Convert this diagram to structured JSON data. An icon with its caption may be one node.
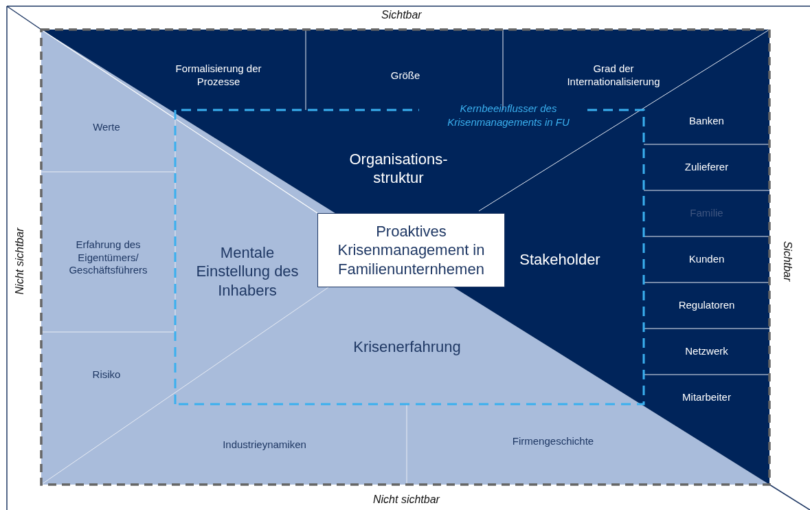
{
  "diagram": {
    "nodes": [
      {
        "text": [
          "Formalisierung der Prozesse"
        ]
      },
      {
        "text": [
          "Größe"
        ]
      },
      {
        "text": [
          "Grad der Internationalisierung"
        ]
      },
      {
        "text": [
          "Kernbeeinflusser des Krisenmanagements in FU"
        ]
      },
      {
        "text": [
          "Werte"
        ]
      },
      {
        "text": [
          "Organisations- struktur"
        ],
        "in": 3
      },
      {
        "text": [
          "Banken"
        ]
      },
      {
        "text": [
          "Zulieferer"
        ]
      },
      {
        "text": [
          "Erfahrung des Eigentümers/ Geschäftsführers"
        ]
      },
      {
        "text": [
          "Mentale Einstellung des Inhabers"
        ],
        "in": 3
      },
      {
        "text": [
          "Proaktives Krisenmanagement in Familienunternhemen"
        ],
        "in": 3
      },
      {
        "text": [
          "Stakeholder"
        ],
        "in": 3
      },
      {
        "text": [
          "Familie"
        ]
      },
      {
        "text": [
          "Kunden"
        ]
      },
      {
        "text": [
          "Regulatoren"
        ]
      },
      {
        "text": [
          "Netzwerk"
        ]
      },
      {
        "text": [
          "Risiko"
        ]
      },
      {
        "text": [
          "Krisenerfahrung"
        ],
        "in": 3
      },
      {
        "text": [
          "Mitarbeiter"
        ]
      },
      {
        "text": [
          "Industrieynamiken"
        ]
      },
      {
        "text": [
          "Firmengeschichte"
        ]
      }
    ],
    "labels": [
      "Sichtbar",
      "Nicht sichtbar",
      "Sichtbar",
      "Nicht sichtbar"
    ]
  }
}
